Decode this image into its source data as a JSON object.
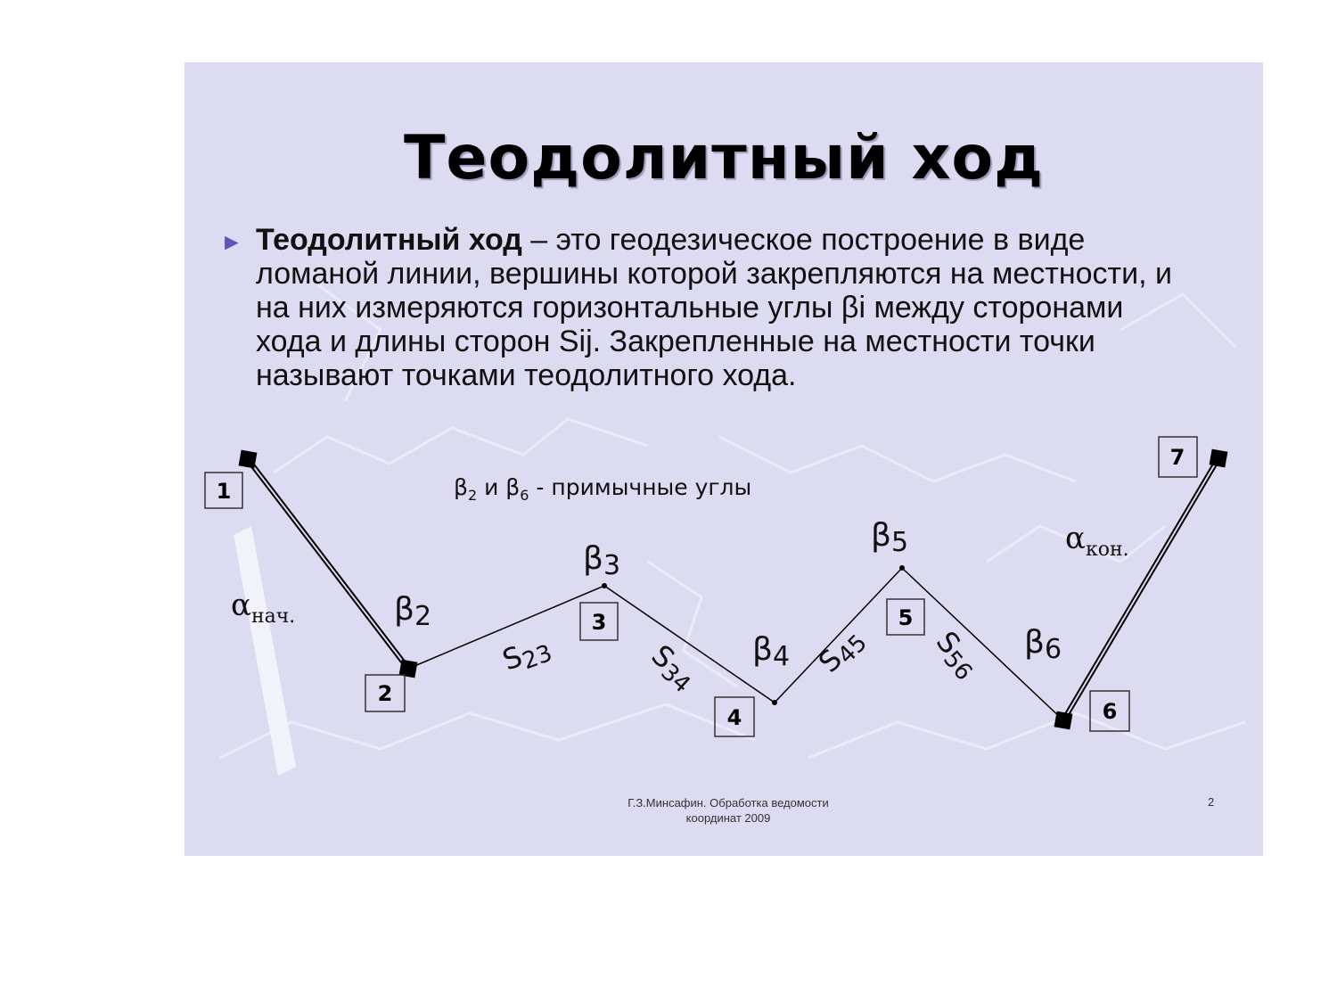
{
  "slide": {
    "title": "Теодолитный ход",
    "bullet_term": "Теодолитный ход",
    "bullet_text": " – это геодезическое построение в виде ломаной линии, вершины которой закрепляются на местности, и на них измеряются горизонтальные углы βi между сторонами хода и длины сторон Sij. Закрепленные на местности точки называют точками теодолитного хода.",
    "footer_line1": "Г.З.Минсафин. Обработка ведомости",
    "footer_line2": "координат 2009",
    "page_number": "2"
  },
  "diagram": {
    "note_prefix": "β",
    "note_sub1": "2",
    "note_mid": " и β",
    "note_sub2": "6",
    "note_suffix": " - примычные углы",
    "points": [
      "1",
      "2",
      "3",
      "4",
      "5",
      "6",
      "7"
    ],
    "angles": {
      "alpha_start": "α",
      "alpha_start_sub": "нач.",
      "alpha_end": "α",
      "alpha_end_sub": "кон.",
      "b2": "β",
      "b2_sub": "2",
      "b3": "β",
      "b3_sub": "3",
      "b4": "β",
      "b4_sub": "4",
      "b5": "β",
      "b5_sub": "5",
      "b6": "β",
      "b6_sub": "6"
    },
    "sides": {
      "s23": "S",
      "s23_sub": "23",
      "s34": "S",
      "s34_sub": "34",
      "s45": "S",
      "s45_sub": "45",
      "s56": "S",
      "s56_sub": "56"
    }
  },
  "colors": {
    "background": "#dcdbf1",
    "bullet": "#5b56b8"
  }
}
